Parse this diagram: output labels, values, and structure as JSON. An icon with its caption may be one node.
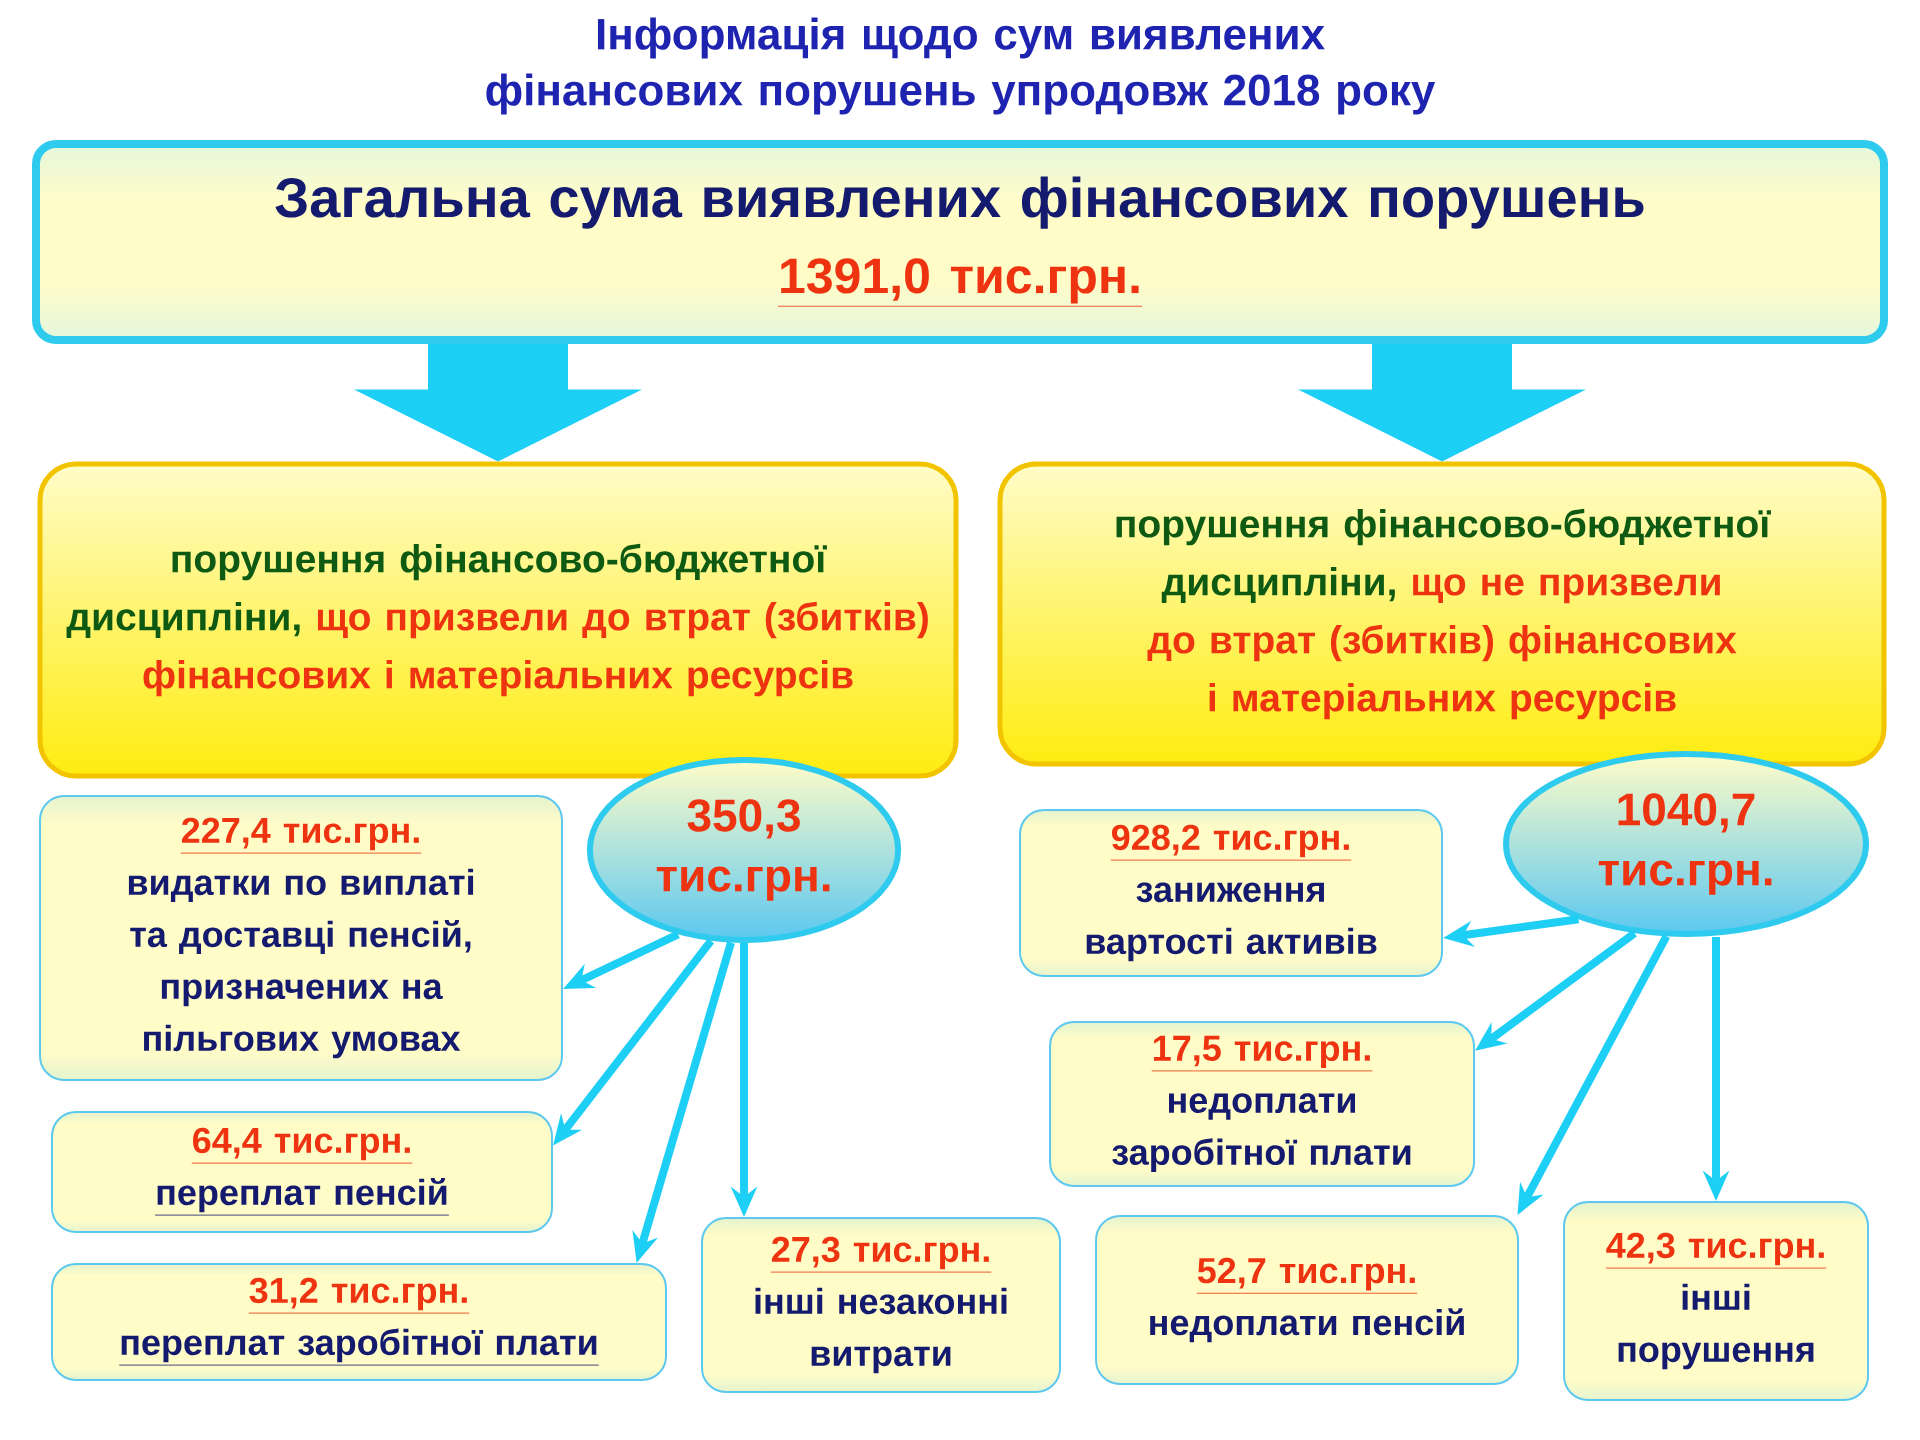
{
  "diagram": {
    "title": "Інформація щодо сум виявлених фінансових порушень упродовж 2018 року",
    "nodes": [
      {
        "text": [
          "Загальна сума виявлених фінансових порушень",
          "1391,0 тис.грн."
        ]
      },
      {
        "text": [
          "порушення фінансово-бюджетної дисципліни,",
          "що призвели до втрат (збитків) фінансових і матеріальних ресурсів"
        ]
      },
      {
        "text": [
          "порушення фінансово-бюджетної дисципліни,",
          "що не призвели до втрат (збитків) фінансових і матеріальних ресурсів"
        ]
      },
      {
        "text": [
          "350,3 тис.грн."
        ]
      },
      {
        "text": [
          "1040,7 тис.грн."
        ]
      },
      {
        "text": [
          "227,4 тис.грн.",
          "видатки по виплаті та доставці пенсій, призначених на пільгових умовах"
        ]
      },
      {
        "text": [
          "64,4 тис.грн.",
          "переплат пенсій"
        ]
      },
      {
        "text": [
          "31,2 тис.грн.",
          "переплат заробітної плати"
        ]
      },
      {
        "text": [
          "27,3 тис.грн.",
          "інші незаконні витрати"
        ]
      },
      {
        "text": [
          "928,2 тис.грн.",
          "заниження вартості активів"
        ]
      },
      {
        "text": [
          "17,5 тис.грн.",
          "недоплати заробітної плати"
        ]
      },
      {
        "text": [
          "52,7 тис.грн.",
          "недоплати пенсій"
        ]
      },
      {
        "text": [
          "42,3 тис.грн.",
          "інші порушення"
        ]
      }
    ],
    "edges": [
      {
        "from": 0,
        "to": 1,
        "arrow": "to",
        "style": "thick"
      },
      {
        "from": 0,
        "to": 2,
        "arrow": "to",
        "style": "thick"
      },
      {
        "from": 3,
        "to": 5,
        "arrow": "to"
      },
      {
        "from": 3,
        "to": 6,
        "arrow": "to"
      },
      {
        "from": 3,
        "to": 7,
        "arrow": "to"
      },
      {
        "from": 3,
        "to": 8,
        "arrow": "to"
      },
      {
        "from": 4,
        "to": 9,
        "arrow": "to"
      },
      {
        "from": 4,
        "to": 10,
        "arrow": "to"
      },
      {
        "from": 4,
        "to": 11,
        "arrow": "to"
      },
      {
        "from": 4,
        "to": 12,
        "arrow": "to"
      }
    ]
  }
}
